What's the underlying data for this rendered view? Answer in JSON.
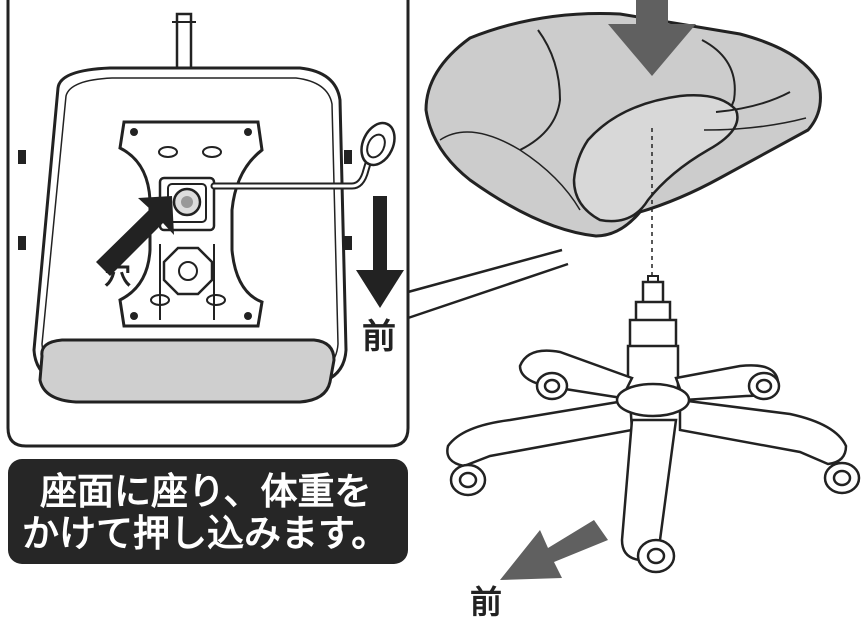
{
  "labels": {
    "hole": "穴",
    "front_inset": "前",
    "front_base": "前"
  },
  "caption": {
    "line1": "座面に座り、体重を",
    "line2": "かけて押し込みます。"
  },
  "colors": {
    "seat": "#c8c8c8",
    "arrow": "#606060",
    "arrow_dark": "#222222",
    "outline": "#222222",
    "caption_bg": "#262626",
    "caption_text": "#ffffff"
  }
}
